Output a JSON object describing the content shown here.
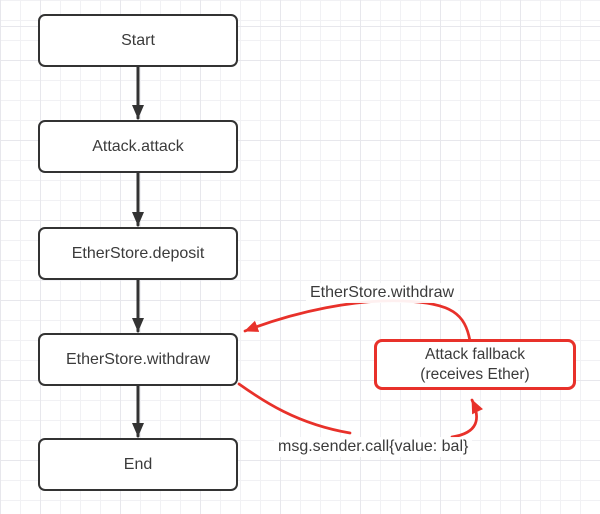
{
  "diagram": {
    "title_hint": "Reentrancy attack flowchart",
    "nodes": [
      {
        "id": "start",
        "label": "Start"
      },
      {
        "id": "attack-attack",
        "label": "Attack.attack"
      },
      {
        "id": "etherstore-deposit",
        "label": "EtherStore.deposit"
      },
      {
        "id": "etherstore-withdraw",
        "label": "EtherStore.withdraw"
      },
      {
        "id": "end",
        "label": "End"
      }
    ],
    "fallback_node": {
      "line1": "Attack fallback",
      "line2": "(receives Ether)"
    },
    "edge_labels": [
      {
        "id": "withdraw-call",
        "text": "EtherStore.withdraw"
      },
      {
        "id": "sender-call",
        "text": "msg.sender.call{value: bal}"
      }
    ],
    "colors": {
      "node_border": "#333333",
      "text": "#3b3b3b",
      "highlight": "#e8312a",
      "grid_minor": "#f1f1f4",
      "grid_major": "#e7e7ec",
      "background": "#ffffff"
    }
  }
}
